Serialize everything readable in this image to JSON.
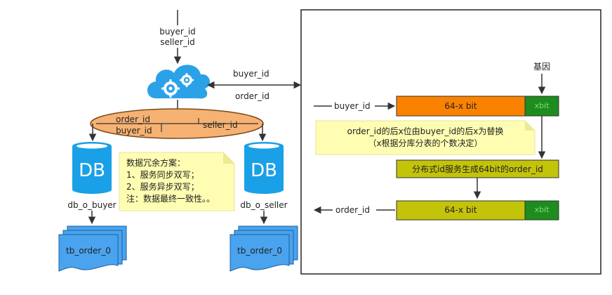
{
  "top_input": {
    "line1": "buyer_id",
    "line2": "seller_id"
  },
  "mid_labels": {
    "buyer_id": "buyer_id",
    "order_id": "order_id"
  },
  "ellipse": {
    "left_line1": "order_id",
    "left_line2": "buyer_id",
    "right": "seller_id"
  },
  "db_left": {
    "icon_text": "DB",
    "name": "db_o_buyer",
    "table": "tb_order_0"
  },
  "db_right": {
    "icon_text": "DB",
    "name": "db_o_seller",
    "table": "tb_order_0"
  },
  "note_left": {
    "line1": "数据冗余方案：",
    "line2": "1、服务同步双写；",
    "line3": "2、服务异步双写；",
    "line4": "注：数据最终一致性。。"
  },
  "right_panel": {
    "gene": "基因",
    "input_label": "buyer_id",
    "bar1_main": "64-x bit",
    "bar1_tail": "xbit",
    "note_line1": "order_id的后x位由buyer_id的后x为替换",
    "note_line2": "（x根据分库分表的个数决定）",
    "service": "分布式id服务生成64bit的order_id",
    "output_label": "order_id",
    "bar2_main": "64-x bit",
    "bar2_tail": "xbit"
  },
  "colors": {
    "orange_bar": "#fb8200",
    "green_tail": "#1e8c1e",
    "olive_bar": "#c3c30a",
    "ellipse_fill": "#f6b273",
    "db_blue": "#1aa0e6",
    "cloud_blue": "#2ba2e8",
    "note_yellow": "#fefdb2"
  }
}
